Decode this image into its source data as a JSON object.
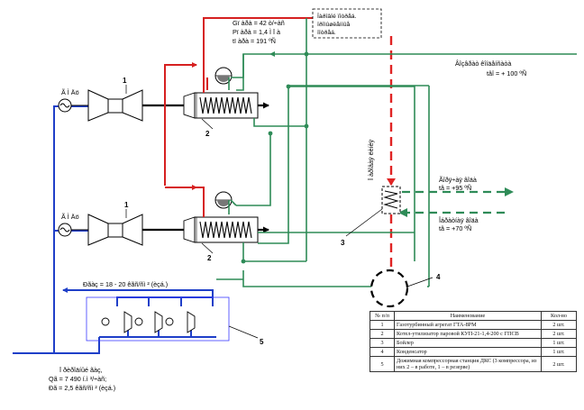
{
  "labels": {
    "gen1": "Ã Ì Äö",
    "gen2": "Ã Ì Äö",
    "num1": "1",
    "num1b": "1",
    "num2": "2",
    "num2b": "2",
    "num3": "3",
    "num4": "4",
    "num5": "5",
    "steam_l1": "Gï àðà  = 42 ò/÷àñ",
    "steam_l2": "Pï àðà  = 1,4 Ì Ï à",
    "steam_l3": "tï àðà  = 191 ºÑ",
    "consumer_l1": "Ïàðîâîé ïîòðåá.",
    "consumer_l2": "ïðîìûøëåííûå",
    "consumer_l3": "ïîòðåá.",
    "return_l1": "Âîçâðàò êîíäåíñàòà",
    "return_l2": "tâî  = + 100 ºÑ",
    "boiler_steam": "Ï àðîâàÿ ëèíèÿ",
    "hot_supply_l1": "Ãîðÿ÷àÿ âîäà",
    "hot_supply_l2": "tâ = +95 ºÑ",
    "hot_return_l1": "Îáðàòíàÿ âîäà",
    "hot_return_l2": "tâ = +70 ºÑ",
    "fuel_pressure": "Ðãàç = 18 - 20 êãñ/ñì ² (èçá.)",
    "fuel_l1": "Ï ðèðîäíûé ãàç,",
    "fuel_l2": "Qã = 7 490 í.ì ³/÷àñ;",
    "fuel_l3": "Ðã  =  2,5  êãñ/ñì ² (èçá.)"
  },
  "table": {
    "headers": [
      "№ п/п",
      "Наименование",
      "Кол-во"
    ],
    "rows": [
      [
        "1",
        "Газотурбинный агрегат ГТА-8РМ",
        "2 шт."
      ],
      [
        "2",
        "Котел-утилизатор паровой КУП-21-1,4-200 с ГПСВ",
        "2 шт."
      ],
      [
        "3",
        "Бойлер",
        "1 шт."
      ],
      [
        "4",
        "Конденсатор",
        "1 шт."
      ],
      [
        "5",
        "Дожимная компрессорная станция ДКС (3 компрессора, из них 2 – в работе, 1 – в резерве)",
        "2 шт."
      ]
    ]
  },
  "colors": {
    "fuel": "#1f3fc8",
    "steam": "#d62020",
    "steam_dashed": "#e02424",
    "condensate": "#2e8b57",
    "exhaust": "#000000"
  }
}
